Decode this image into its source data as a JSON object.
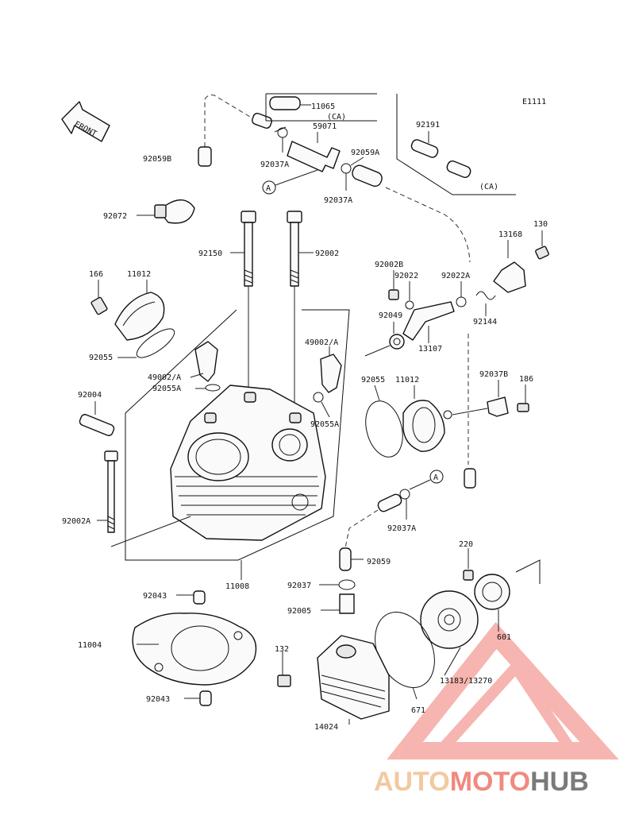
{
  "diagram": {
    "code": "E1111",
    "front_label": "FRONT",
    "callout": "A",
    "parts": [
      {
        "id": "11065",
        "label": "11065"
      },
      {
        "id": "ca1",
        "label": "(CA)"
      },
      {
        "id": "59071",
        "label": "59071"
      },
      {
        "id": "92191",
        "label": "92191"
      },
      {
        "id": "92059B",
        "label": "92059B"
      },
      {
        "id": "92037A_1",
        "label": "92037A"
      },
      {
        "id": "92059A",
        "label": "92059A"
      },
      {
        "id": "92037A_2",
        "label": "92037A"
      },
      {
        "id": "ca2",
        "label": "(CA)"
      },
      {
        "id": "92072",
        "label": "92072"
      },
      {
        "id": "13168",
        "label": "13168"
      },
      {
        "id": "130",
        "label": "130"
      },
      {
        "id": "92150",
        "label": "92150"
      },
      {
        "id": "92002",
        "label": "92002"
      },
      {
        "id": "92002B",
        "label": "92002B"
      },
      {
        "id": "92022",
        "label": "92022"
      },
      {
        "id": "92022A",
        "label": "92022A"
      },
      {
        "id": "166",
        "label": "166"
      },
      {
        "id": "11012_1",
        "label": "11012"
      },
      {
        "id": "92144",
        "label": "92144"
      },
      {
        "id": "92049",
        "label": "92049"
      },
      {
        "id": "13107",
        "label": "13107"
      },
      {
        "id": "92055_1",
        "label": "92055"
      },
      {
        "id": "49002A_1",
        "label": "49002/A"
      },
      {
        "id": "49002A_2",
        "label": "49002/A"
      },
      {
        "id": "92055A_1",
        "label": "92055A"
      },
      {
        "id": "92055_2",
        "label": "92055"
      },
      {
        "id": "11012_2",
        "label": "11012"
      },
      {
        "id": "92037B",
        "label": "92037B"
      },
      {
        "id": "186",
        "label": "186"
      },
      {
        "id": "92004",
        "label": "92004"
      },
      {
        "id": "92055A_2",
        "label": "92055A"
      },
      {
        "id": "92002A",
        "label": "92002A"
      },
      {
        "id": "92037A_3",
        "label": "92037A"
      },
      {
        "id": "220",
        "label": "220"
      },
      {
        "id": "92059",
        "label": "92059"
      },
      {
        "id": "11008",
        "label": "11008"
      },
      {
        "id": "92037",
        "label": "92037"
      },
      {
        "id": "92043_1",
        "label": "92043"
      },
      {
        "id": "92005",
        "label": "92005"
      },
      {
        "id": "601",
        "label": "601"
      },
      {
        "id": "11004",
        "label": "11004"
      },
      {
        "id": "132",
        "label": "132"
      },
      {
        "id": "13183",
        "label": "13183/13270"
      },
      {
        "id": "92043_2",
        "label": "92043"
      },
      {
        "id": "671",
        "label": "671"
      },
      {
        "id": "14024",
        "label": "14024"
      }
    ]
  },
  "watermark": {
    "part1": "AUTO",
    "part2": "MOTO",
    "part3": "HUB",
    "color1": "#f2c9a0",
    "color2": "#f08a80",
    "color3": "#7a7a7a"
  }
}
